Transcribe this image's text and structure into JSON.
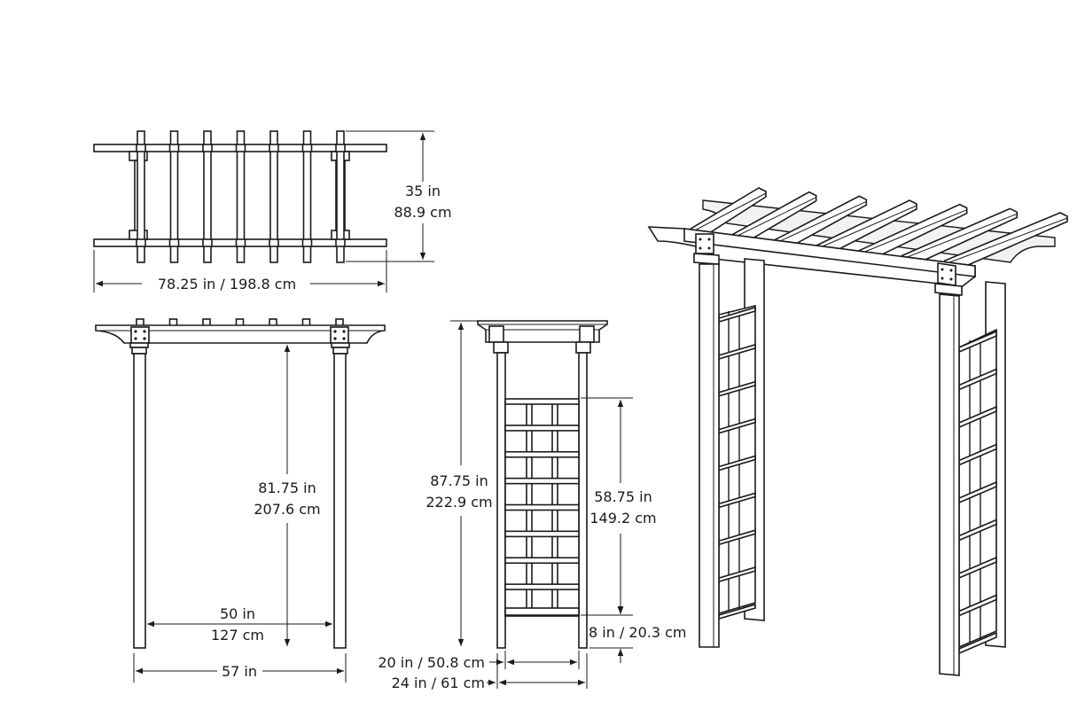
{
  "diagram": {
    "top_view": {
      "depth_in": "35 in",
      "depth_cm": "88.9 cm",
      "width": "78.25 in / 198.8 cm",
      "rafters": 7
    },
    "front_view": {
      "height_in": "81.75 in",
      "height_cm": "207.6 cm",
      "inner_in": "50 in",
      "inner_cm": "127 cm",
      "outer": "57 in"
    },
    "side_view": {
      "height_in": "87.75 in",
      "height_cm": "222.9 cm",
      "trellis_in": "58.75 in",
      "trellis_cm": "149.2 cm",
      "ground_gap": "8 in / 20.3 cm",
      "inner_width": "20 in / 50.8 cm",
      "outer_width": "24 in / 61 cm",
      "lattice_rows": 8
    },
    "perspective_view": {
      "rafters": 7,
      "lattice_rungs": 9
    }
  }
}
